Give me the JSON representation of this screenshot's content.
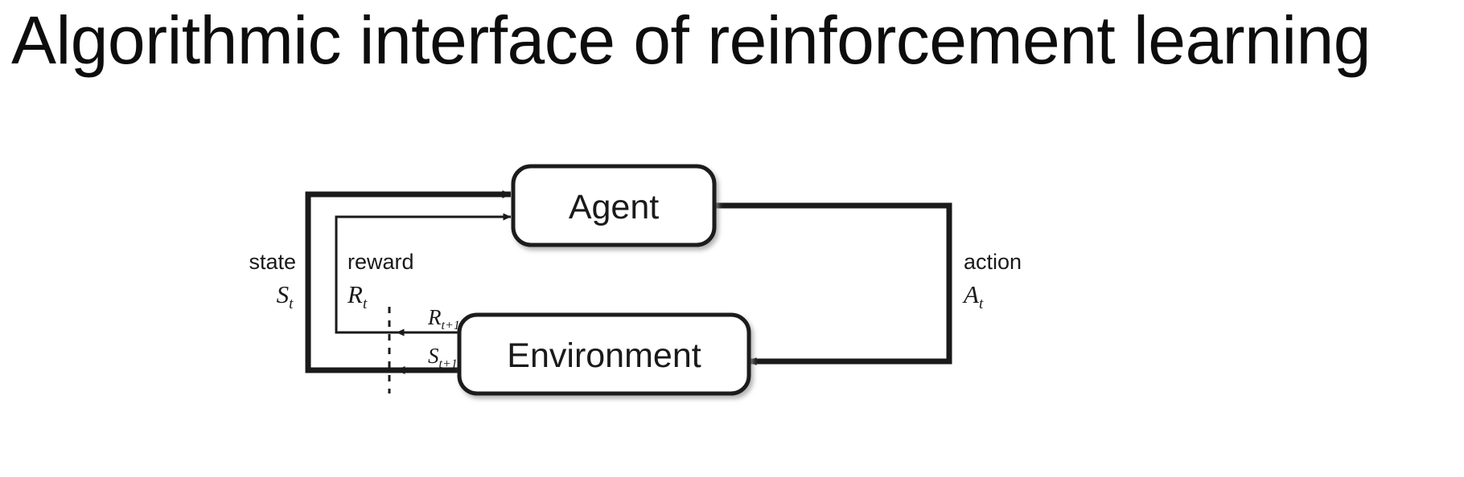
{
  "slide": {
    "title": "Algorithmic interface of reinforcement learning",
    "background_color": "#ffffff",
    "text_color": "#0d0d0d"
  },
  "diagram": {
    "name": "agent-environment-interaction-loop",
    "stroke_color": "#1a1a1a",
    "fill_color": "#ffffff",
    "nodes": [
      {
        "id": "agent",
        "label": "Agent"
      },
      {
        "id": "environment",
        "label": "Environment"
      }
    ],
    "edges": [
      {
        "id": "state-feedback",
        "from": "environment",
        "to": "agent",
        "label": "state",
        "symbol": "S",
        "subscript": "t",
        "next_symbol": "S",
        "next_subscript": "t+1",
        "weight": "thick"
      },
      {
        "id": "reward-feedback",
        "from": "environment",
        "to": "agent",
        "label": "reward",
        "symbol": "R",
        "subscript": "t",
        "next_symbol": "R",
        "next_subscript": "t+1",
        "weight": "thin"
      },
      {
        "id": "action-forward",
        "from": "agent",
        "to": "environment",
        "label": "action",
        "symbol": "A",
        "subscript": "t",
        "weight": "thick"
      }
    ],
    "time_boundary": {
      "style": "dashed",
      "description": "time-step boundary"
    }
  }
}
